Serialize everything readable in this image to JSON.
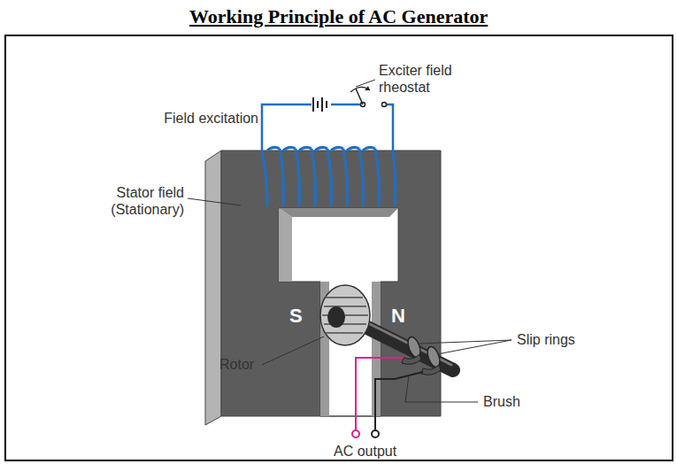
{
  "diagram": {
    "title": "Working Principle of AC Generator",
    "labels": [
      "Exciter field rheostat",
      "Field excitation",
      "Stator field (Stationary)",
      "S",
      "N",
      "Rotor",
      "Slip rings",
      "Brush",
      "AC output"
    ]
  }
}
